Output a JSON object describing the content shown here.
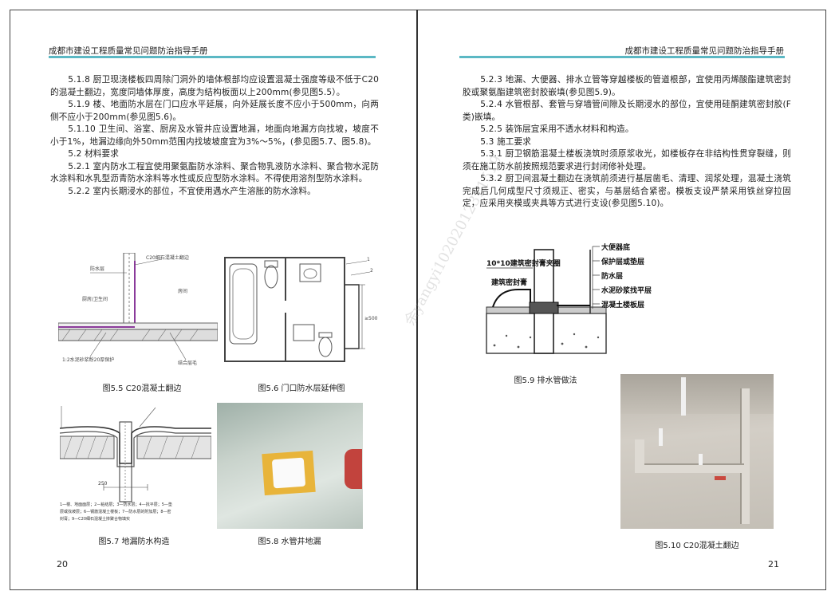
{
  "header_title": "成都市建设工程质量常见问题防治指导手册",
  "left_page": {
    "paragraphs": [
      "5.1.8 厨卫现浇楼板四周除门洞外的墙体根部均应设置混凝土强度等级不低于C20的混凝土翻边，宽度同墙体厚度，高度为结构板面以上200mm(参见图5.5）。",
      "5.1.9 楼、地面防水层在门口应水平延展，向外延展长度不应小于500mm，向两侧不应小于200mm(参见图5.6)。",
      "5.1.10 卫生间、浴室、厨房及水管井应设置地漏，地面向地漏方向找坡，坡度不小于1%，地漏边缘向外50mm范围内找坡坡度宜为3%～5%，(参见图5.7、图5.8)。",
      "5.2 材料要求",
      "5.2.1 室内防水工程宜使用聚氨酯防水涂料、聚合物乳液防水涂料、聚合物水泥防水涂料和水乳型沥青防水涂料等水性或反应型防水涂料。不得使用溶剂型防水涂料。",
      "5.2.2 室内长期浸水的部位，不宜使用遇水产生溶胀的防水涂料。"
    ],
    "fig55": {
      "caption": "图5.5 C20混凝土翻边",
      "labels": [
        "防水层",
        "C20细石混凝土翻边",
        "厨房/卫生间",
        "房间",
        "1:2水泥砂浆粉20厚保护",
        "结合层毛"
      ]
    },
    "fig56": {
      "caption": "图5.6 门口防水层延伸图",
      "labels": [
        "1",
        "2",
        "≥500"
      ]
    },
    "fig57": {
      "caption": "图5.7 地漏防水构造",
      "dimension": "250",
      "legend": [
        "1—楼、地面面层；2—粘结层；3—防水层；4—找平层；5—垫",
        "层或找坡层；6—钢筋混凝土楼板；7—防水层的附加层；8—密",
        "封膏；9—C20细石混凝土掺聚合物填实"
      ]
    },
    "fig58": {
      "caption": "图5.8 水管井地漏"
    },
    "page_number": "20"
  },
  "right_page": {
    "paragraphs": [
      "5.2.3 地漏、大便器、排水立管等穿越楼板的管道根部，宜使用丙烯酸酯建筑密封胶或聚氨酯建筑密封胶嵌填(参见图5.9)。",
      "5.2.4 水管根部、套管与穿墙管间隙及长期浸水的部位，宜使用硅酮建筑密封胶(F类)嵌填。",
      "5.2.5 装饰层宜采用不透水材料和构造。",
      "5.3 施工要求",
      "5.3.1 厨卫钢筋混凝土楼板浇筑时须原浆收光，如楼板存在非结构性贯穿裂缝，则须在施工防水前按照规范要求进行封闭修补处理。",
      "5.3.2 厨卫间混凝土翻边在浇筑前须进行基层凿毛、清理、润浆处理，混凝土浇筑完成后几何成型尺寸须规正、密实，与基层结合紧密。模板支设严禁采用铁丝穿拉固定，应采用夹模或夹具等方式进行支设(参见图5.10)。"
    ],
    "fig59": {
      "caption": "图5.9 排水管做法",
      "labels": [
        "10*10建筑密封膏夹圈",
        "建筑密封膏",
        "大便器底",
        "保护层或垫层",
        "防水层",
        "水泥砂浆找平层",
        "混凝土楼板层"
      ]
    },
    "fig510": {
      "caption": "图5.10 C20混凝土翻边"
    },
    "page_number": "21"
  },
  "watermark": "余yangyi10202012311519",
  "colors": {
    "header_rule": "#5bb8c4",
    "frame": "#444444",
    "text": "#222222"
  }
}
